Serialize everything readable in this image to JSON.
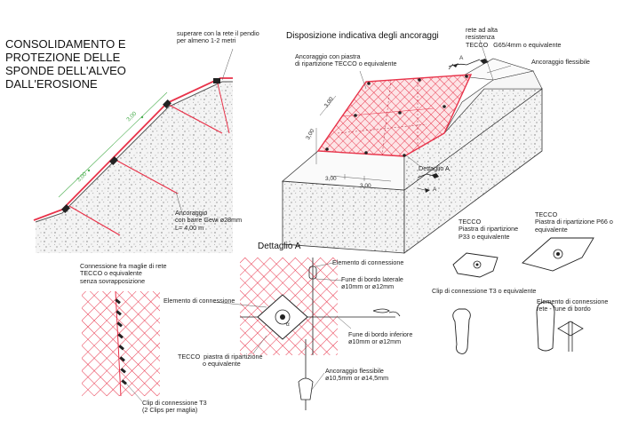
{
  "title": "CONSOLIDAMENTO E\nPROTEZIONE DELLE\nSPONDE DELL'ALVEO\nDALL'EROSIONE",
  "section_view": {
    "top_note": "superare con la rete il pendio\nper almeno 1-2 metri",
    "anchor_note": "Ancoraggio\ncon barre Gewi ø28mm\nL= 4,00 m",
    "dims": [
      "3,00",
      "3,00"
    ]
  },
  "layout_view": {
    "heading": "Disposizione indicativa degli ancoraggi",
    "label_high_res_net": "rete ad alta\nresistenza\nTECCO   G65/4mm o equivalente",
    "label_anchor_plate": "Ancoraggio con piastra\ndi ripartizione TECCO o equivalente",
    "label_flexible_anchor": "Ancoraggio flessibile",
    "label_detail": "Dettaglio A",
    "marker_a": "A",
    "dims": [
      "3,00",
      "3,00",
      "3,00",
      "3,00"
    ]
  },
  "plates": {
    "p33": "TECCO\nPiastra di ripartizione\nP33 o equivalente",
    "p66": "TECCO\nPiastra di ripartizione P66 o\nequivalente",
    "clip": "Clip di connessione T3 o equivalente",
    "connector": "Elemento di connessione\nrete - fune di bordo"
  },
  "detail_a": {
    "heading": "Dettaglio A",
    "element": "Elemento di connessione",
    "edge_rope_lateral": "Fune di bordo laterale\nø10mm or ø12mm",
    "connection_element": "Elemento di connessione",
    "edge_rope_lower": "Fune di bordo inferiore\nø10mm or ø12mm",
    "plate": "TECCO  piastra di ripartizione\n              o equivalente",
    "flex_anchor": "Ancoraggio flessibile\nø10,5mm or ø14,5mm",
    "alpha": "α"
  },
  "mesh_connection": {
    "heading": "Connessione fra maglie di rete\nTECCO o equivalente\nsenza sovrapposizione",
    "clip_note": "Clip di connessione T3\n(2 Clips per maglia)"
  },
  "colors": {
    "net": "#e8334a",
    "net_fill": "#f7b8bf",
    "line": "#222222"
  }
}
